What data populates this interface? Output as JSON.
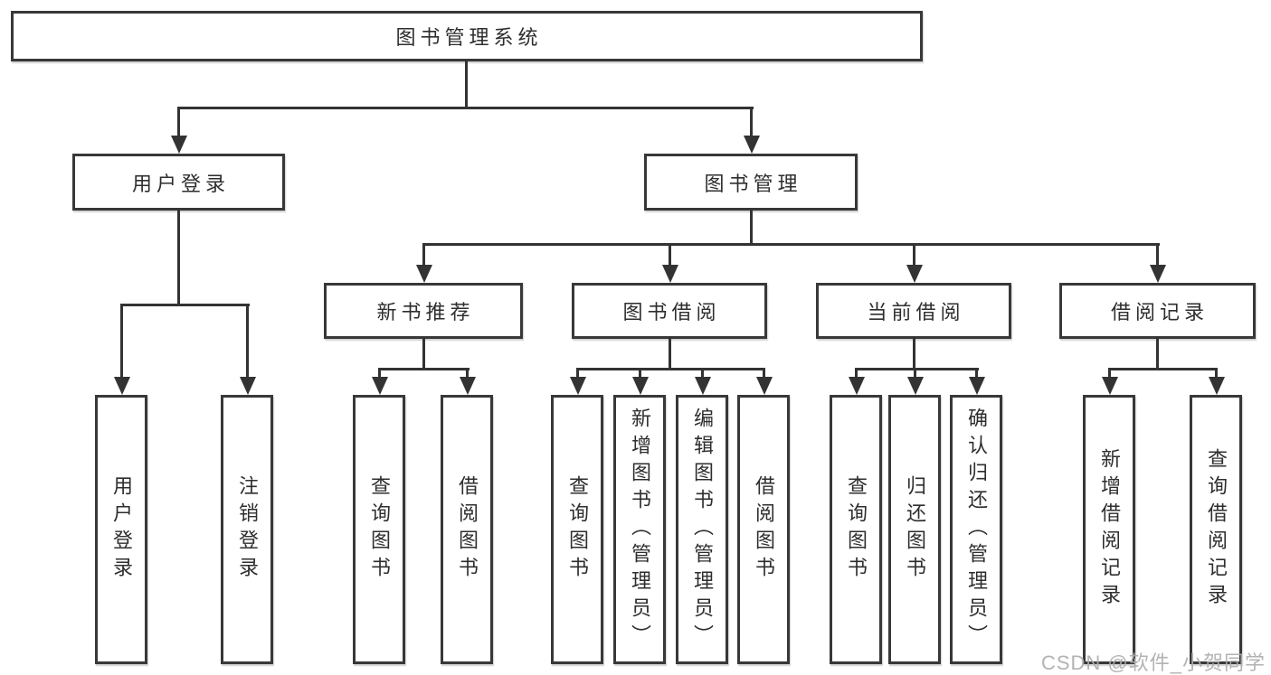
{
  "tree": {
    "root": {
      "label": "图书管理系统"
    },
    "branches": [
      {
        "label": "用户登录",
        "children": [
          {
            "label": "用户登录"
          },
          {
            "label": "注销登录"
          }
        ]
      },
      {
        "label": "图书管理",
        "children": [
          {
            "label": "新书推荐",
            "children": [
              {
                "label": "查询图书"
              },
              {
                "label": "借阅图书"
              }
            ]
          },
          {
            "label": "图书借阅",
            "children": [
              {
                "label": "查询图书"
              },
              {
                "label": "新增图书（管理员）"
              },
              {
                "label": "编辑图书（管理员）"
              },
              {
                "label": "借阅图书"
              }
            ]
          },
          {
            "label": "当前借阅",
            "children": [
              {
                "label": "查询图书"
              },
              {
                "label": "归还图书"
              },
              {
                "label": "确认归还（管理员）"
              }
            ]
          },
          {
            "label": "借阅记录",
            "children": [
              {
                "label": "新增借阅记录"
              },
              {
                "label": "查询借阅记录"
              }
            ]
          }
        ]
      }
    ]
  },
  "watermark": {
    "text": "CSDN @软件_小贺同学"
  },
  "colors": {
    "line": "#333333",
    "box_border": "#383838",
    "text": "#2e2e2e",
    "watermark": "#acacac",
    "background": "#ffffff"
  }
}
